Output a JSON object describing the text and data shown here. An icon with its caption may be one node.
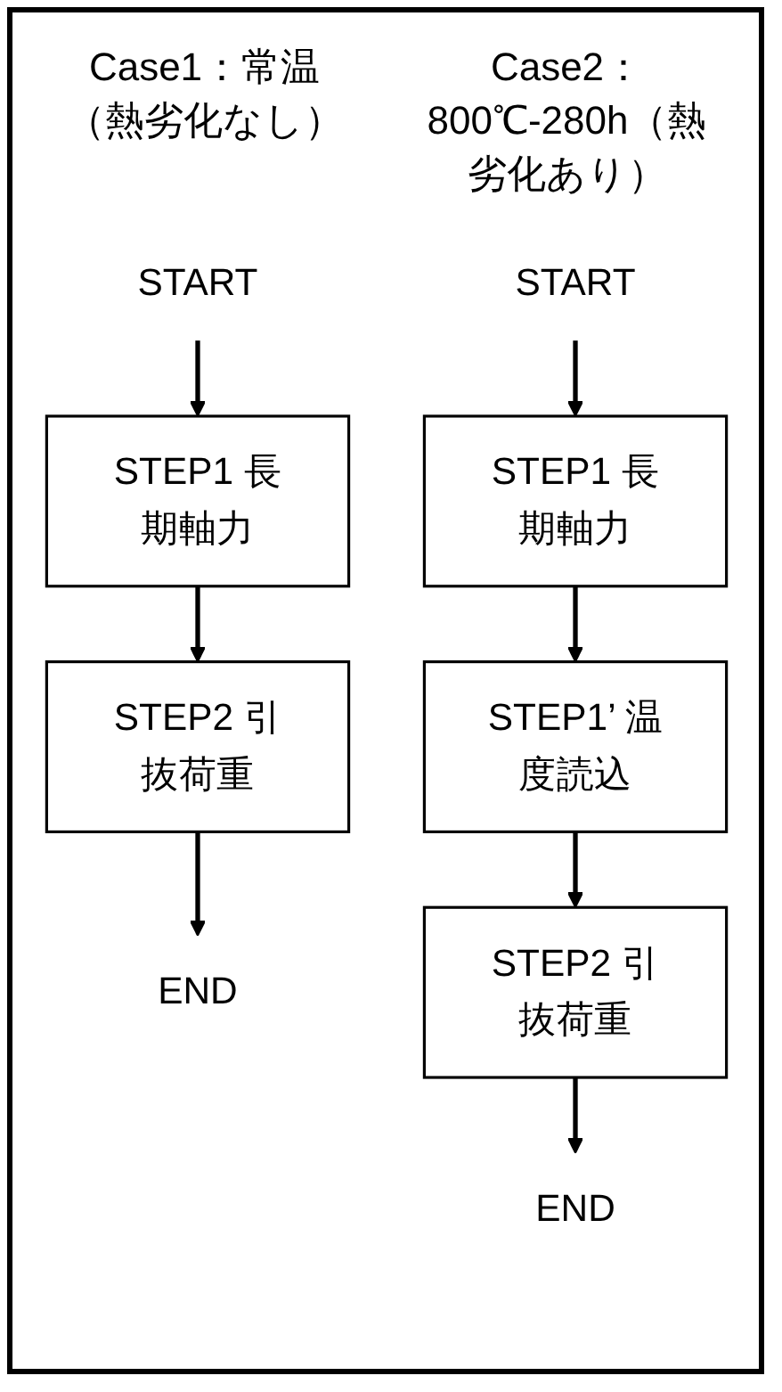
{
  "diagram": {
    "nodes": [
      {
        "text": [
          "START"
        ]
      },
      {
        "text": [
          "STEP1 長期軸力"
        ]
      },
      {
        "text": [
          "STEP2 引抜荷重"
        ]
      },
      {
        "text": [
          "END"
        ]
      },
      {
        "text": [
          "START"
        ]
      },
      {
        "text": [
          "STEP1 長期軸力"
        ]
      },
      {
        "text": [
          "STEP1’ 温度読込"
        ]
      },
      {
        "text": [
          "STEP2 引抜荷重"
        ]
      },
      {
        "text": [
          "END"
        ]
      }
    ],
    "edges": [
      {
        "from": 0,
        "to": 1,
        "arrow": "to"
      },
      {
        "from": 1,
        "to": 2,
        "arrow": "to"
      },
      {
        "from": 2,
        "to": 3,
        "arrow": "to"
      },
      {
        "from": 4,
        "to": 5,
        "arrow": "to"
      },
      {
        "from": 5,
        "to": 6,
        "arrow": "to"
      },
      {
        "from": 6,
        "to": 7,
        "arrow": "to"
      },
      {
        "from": 7,
        "to": 8,
        "arrow": "to"
      }
    ],
    "labels": [
      "Case1：常温（熱劣化なし）",
      "Case2：800℃-280h（熱劣化あり）"
    ]
  }
}
